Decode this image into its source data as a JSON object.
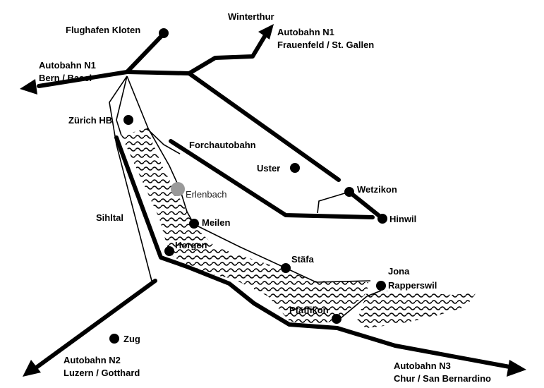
{
  "colors": {
    "ink": "#000000",
    "paper": "#ffffff",
    "highlight_place": "#999999"
  },
  "labels": {
    "flughafen": "Flughafen Kloten",
    "winterthur": "Winterthur",
    "n1_east_name": "Autobahn N1",
    "n1_east_dest": "Frauenfeld / St. Gallen",
    "n1_west_name": "Autobahn N1",
    "n1_west_dest": "Bern / Basel",
    "zurich_hb": "Zürich HB",
    "forchautobahn": "Forchautobahn",
    "uster": "Uster",
    "wetzikon": "Wetzikon",
    "erlenbach": "Erlenbach",
    "hinwil": "Hinwil",
    "sihltal": "Sihltal",
    "meilen": "Meilen",
    "horgen": "Horgen",
    "stafa": "Stäfa",
    "jona": "Jona",
    "rapperswil": "Rapperswil",
    "pfaffikon": "Pfäffikon",
    "zug": "Zug",
    "n2_name": "Autobahn N2",
    "n2_dest": "Luzern / Gotthard",
    "n3_name": "Autobahn N3",
    "n3_dest": "Chur / San Bernardino"
  }
}
